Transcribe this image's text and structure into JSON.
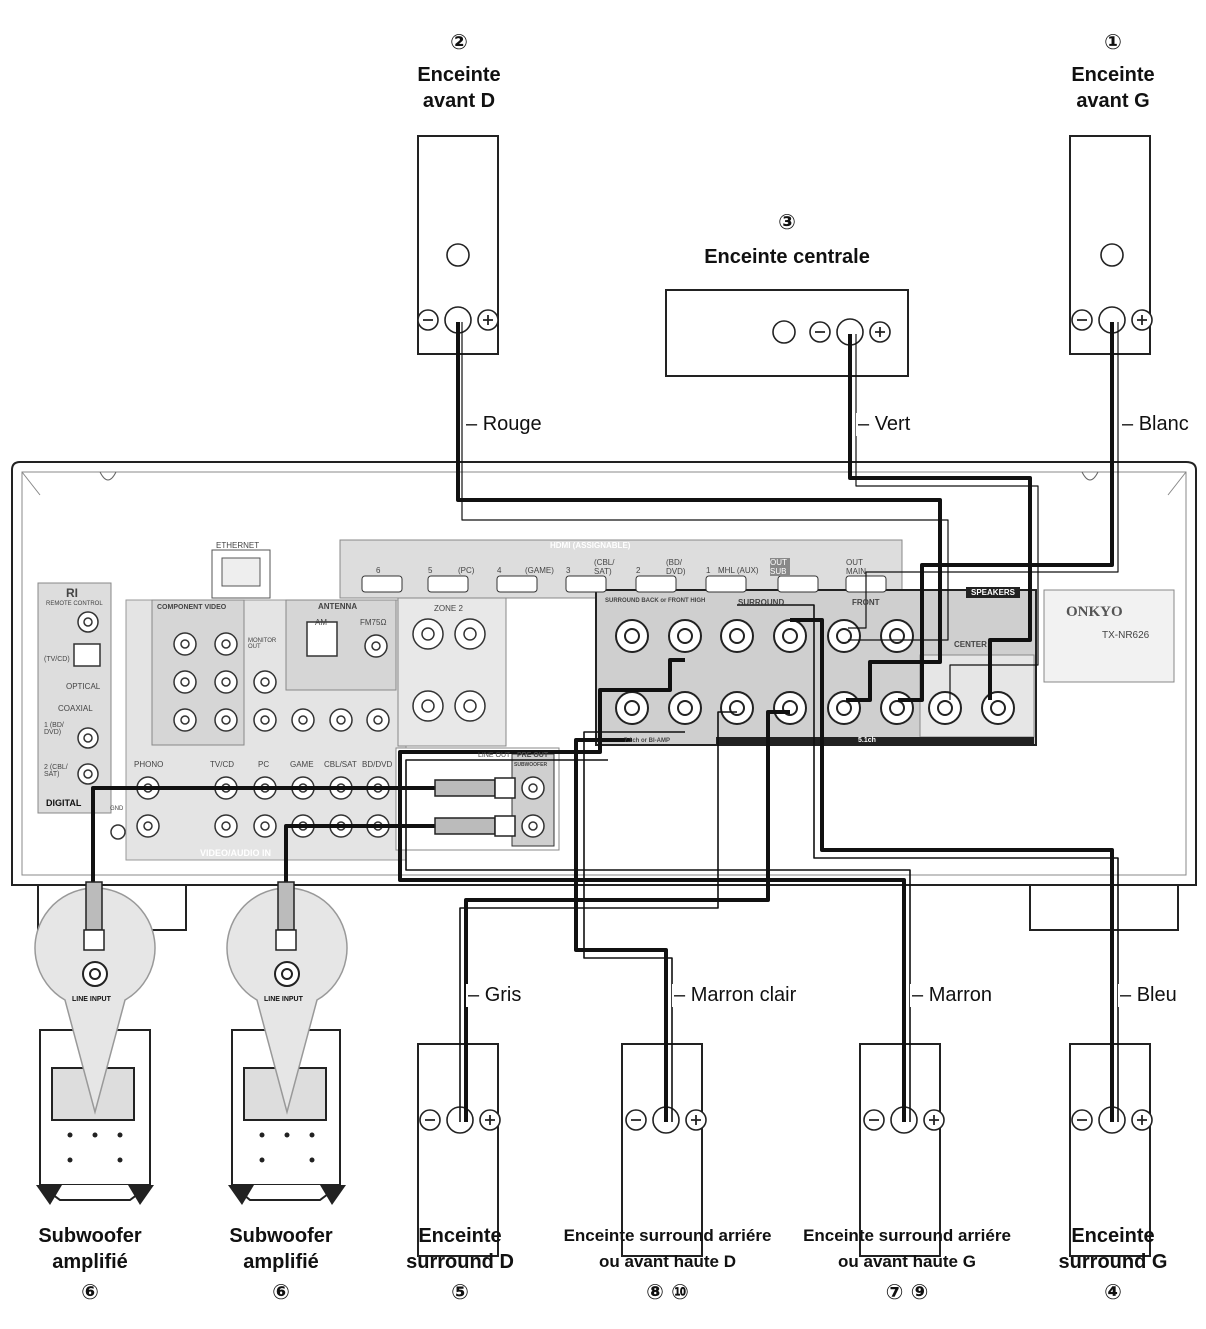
{
  "speakers": {
    "front_right": {
      "number": "②",
      "line1": "Enceinte",
      "line2": "avant D"
    },
    "front_left": {
      "number": "①",
      "line1": "Enceinte",
      "line2": "avant G"
    },
    "center": {
      "number": "③",
      "line1": "Enceinte centrale"
    },
    "sub1": {
      "line1": "Subwoofer",
      "line2": "amplifié",
      "number": "⑥"
    },
    "sub2": {
      "line1": "Subwoofer",
      "line2": "amplifié",
      "number": "⑥"
    },
    "surround_right": {
      "line1": "Enceinte",
      "line2": "surround D",
      "number": "⑤"
    },
    "surround_back_right": {
      "line1": "Enceinte surround arriére",
      "line2": "ou avant haute D",
      "number": "⑧ ⑩"
    },
    "surround_back_left": {
      "line1": "Enceinte surround arriére",
      "line2": "ou avant haute G",
      "number": "⑦ ⑨"
    },
    "surround_left": {
      "line1": "Enceinte",
      "line2": "surround G",
      "number": "④"
    }
  },
  "wires": {
    "rouge": "Rouge",
    "vert": "Vert",
    "blanc": "Blanc",
    "gris": "Gris",
    "marron_clair": "Marron clair",
    "marron": "Marron",
    "bleu": "Bleu"
  },
  "receiver": {
    "brand": "ONKYO",
    "model": "TX-NR626",
    "ethernet": "ETHERNET",
    "hdmi": "HDMI (ASSIGNABLE)",
    "hdmi_inputs": [
      "6",
      "5",
      "4",
      "3",
      "2",
      "1"
    ],
    "hdmi_sublabels": [
      "(PC)",
      "(GAME)",
      "(CBL/ SAT)",
      "(BD/ DVD)",
      "MHL (AUX)"
    ],
    "hdmi_out_sub": "OUT SUB",
    "hdmi_out_main": "OUT MAIN",
    "speakers_header": "SPEAKERS",
    "surround_back": "SURROUND BACK or FRONT HIGH",
    "surround": "SURROUND",
    "front": "FRONT",
    "center": "CENTER",
    "bar_71": "7.1ch or BI-AMP",
    "bar_51": "5.1ch",
    "ri": "RI",
    "remote_control": "REMOTE CONTROL",
    "optical_tv": "(TV/CD)",
    "optical": "OPTICAL",
    "coaxial": "COAXIAL",
    "coax_1": "1 (BD/ DVD)",
    "coax_2": "2 (CBL/ SAT)",
    "digital": "DIGITAL",
    "component_video": "COMPONENT VIDEO",
    "monitor_out": "MONITOR OUT",
    "antenna": "ANTENNA",
    "am": "AM",
    "fm": "FM75Ω",
    "zone2": "ZONE 2",
    "line_out": "LINE OUT",
    "pre_out": "PRE OUT",
    "subwoofer": "SUBWOOFER",
    "phono": "PHONO",
    "tvcd": "TV/CD",
    "pc": "PC",
    "game": "GAME",
    "cblsat": "CBL/SAT",
    "bddvd": "BD/DVD",
    "video_audio_in": "VIDEO/AUDIO IN",
    "gnd": "GND",
    "line_input": "LINE INPUT"
  }
}
